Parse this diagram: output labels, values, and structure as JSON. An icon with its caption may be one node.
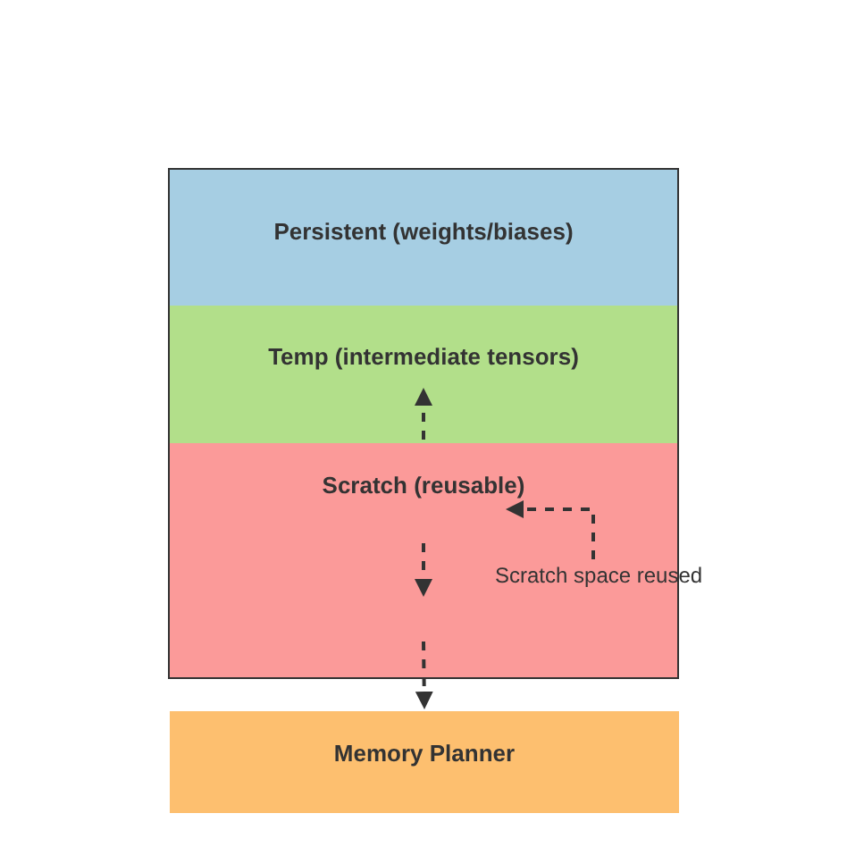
{
  "diagram": {
    "nodes": [
      {
        "text": [],
        "shape": "box"
      },
      {
        "text": [
          "Persistent (weights/biases)"
        ],
        "in": 0
      },
      {
        "text": [
          "Temp (intermediate tensors)"
        ],
        "in": 0
      },
      {
        "text": [
          "Scratch (reusable)"
        ],
        "in": 0
      },
      {
        "text": [
          "Memory Planner"
        ]
      }
    ],
    "edges": [
      {
        "from": 3,
        "to": 2,
        "arrow": "to",
        "style": "dashed"
      },
      {
        "from": 3,
        "to": 3,
        "arrow": "to",
        "style": "dashed",
        "label": "Scratch space reused"
      },
      {
        "from": 3,
        "to": 4,
        "arrow": "to",
        "style": "dashed"
      }
    ]
  }
}
